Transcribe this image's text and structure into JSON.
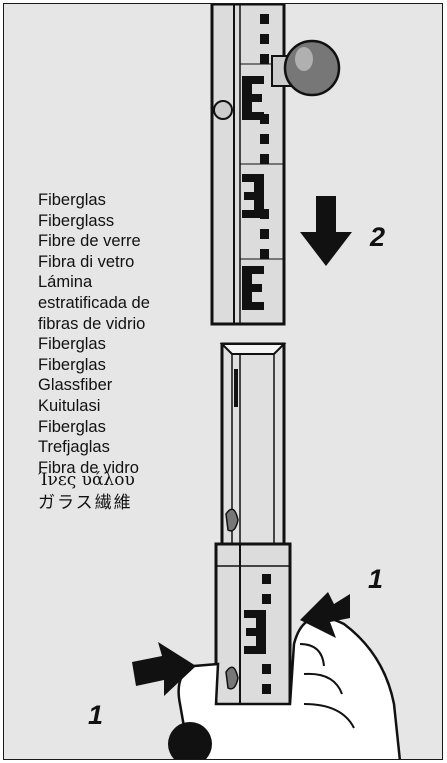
{
  "material_names": [
    "Fiberglas",
    "Fiberglass",
    "Fibre de verre",
    "Fibra di vetro",
    "Lámina",
    "estratificada de",
    "fibras de vidrio",
    "Fiberglas",
    "Fiberglas",
    "Glassfiber",
    "Kuitulasi",
    "Fiberglas",
    "Trefjaglas",
    "Fibra de vidro",
    "Ίνες υάλου",
    "ガラス繊維"
  ],
  "step_labels": {
    "top_arrow": "2",
    "right_arrow": "1",
    "left_arrow": "1"
  },
  "colors": {
    "panel": "#e6e6e6",
    "ink": "#111111",
    "rod_face": "#dcdcdc"
  },
  "icons": [
    "down-arrow-icon",
    "left-arrow-icon",
    "right-arrow-icon",
    "knob-icon",
    "hand-icon"
  ]
}
